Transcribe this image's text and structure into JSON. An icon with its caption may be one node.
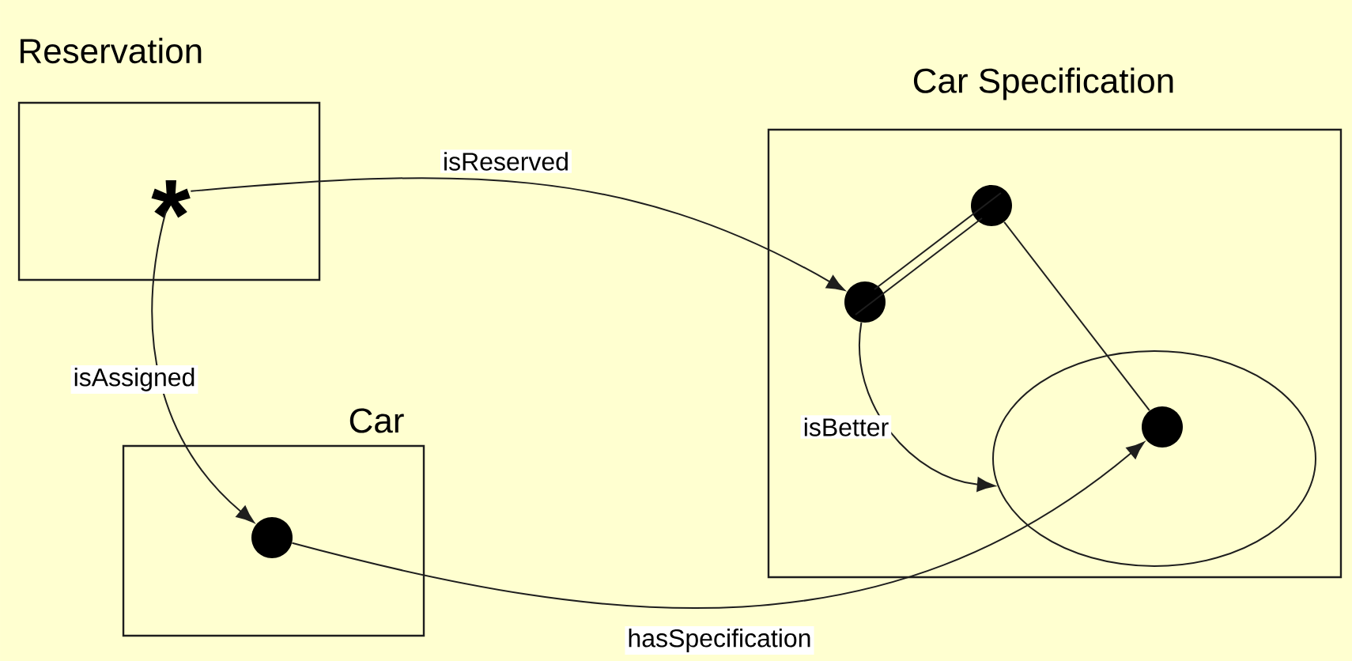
{
  "diagram": {
    "nodes": [
      {
        "text": [
          "Reservation"
        ]
      },
      {
        "text": [
          "*"
        ],
        "in": 0
      },
      {
        "text": [
          "Car Specification"
        ]
      },
      {
        "text": [],
        "shape": "circle",
        "in": 2
      },
      {
        "text": [],
        "shape": "circle",
        "in": 2
      },
      {
        "text": [],
        "shape": "ellipse",
        "in": 2
      },
      {
        "text": [],
        "shape": "circle",
        "in": 5
      },
      {
        "text": [
          "Car"
        ]
      },
      {
        "text": [],
        "shape": "circle",
        "in": 7
      }
    ],
    "edges": [
      {
        "from": 1,
        "to": 3,
        "arrow": "to",
        "label": "isReserved"
      },
      {
        "from": 1,
        "to": 8,
        "arrow": "to",
        "label": "isAssigned"
      },
      {
        "from": 3,
        "to": 4,
        "arrow": "none"
      },
      {
        "from": 3,
        "to": 4,
        "arrow": "none"
      },
      {
        "from": 4,
        "to": 6,
        "arrow": "none"
      },
      {
        "from": 3,
        "to": 5,
        "arrow": "to",
        "label": "isBetter"
      },
      {
        "from": 8,
        "to": 6,
        "arrow": "to",
        "label": "hasSpecification"
      }
    ]
  }
}
